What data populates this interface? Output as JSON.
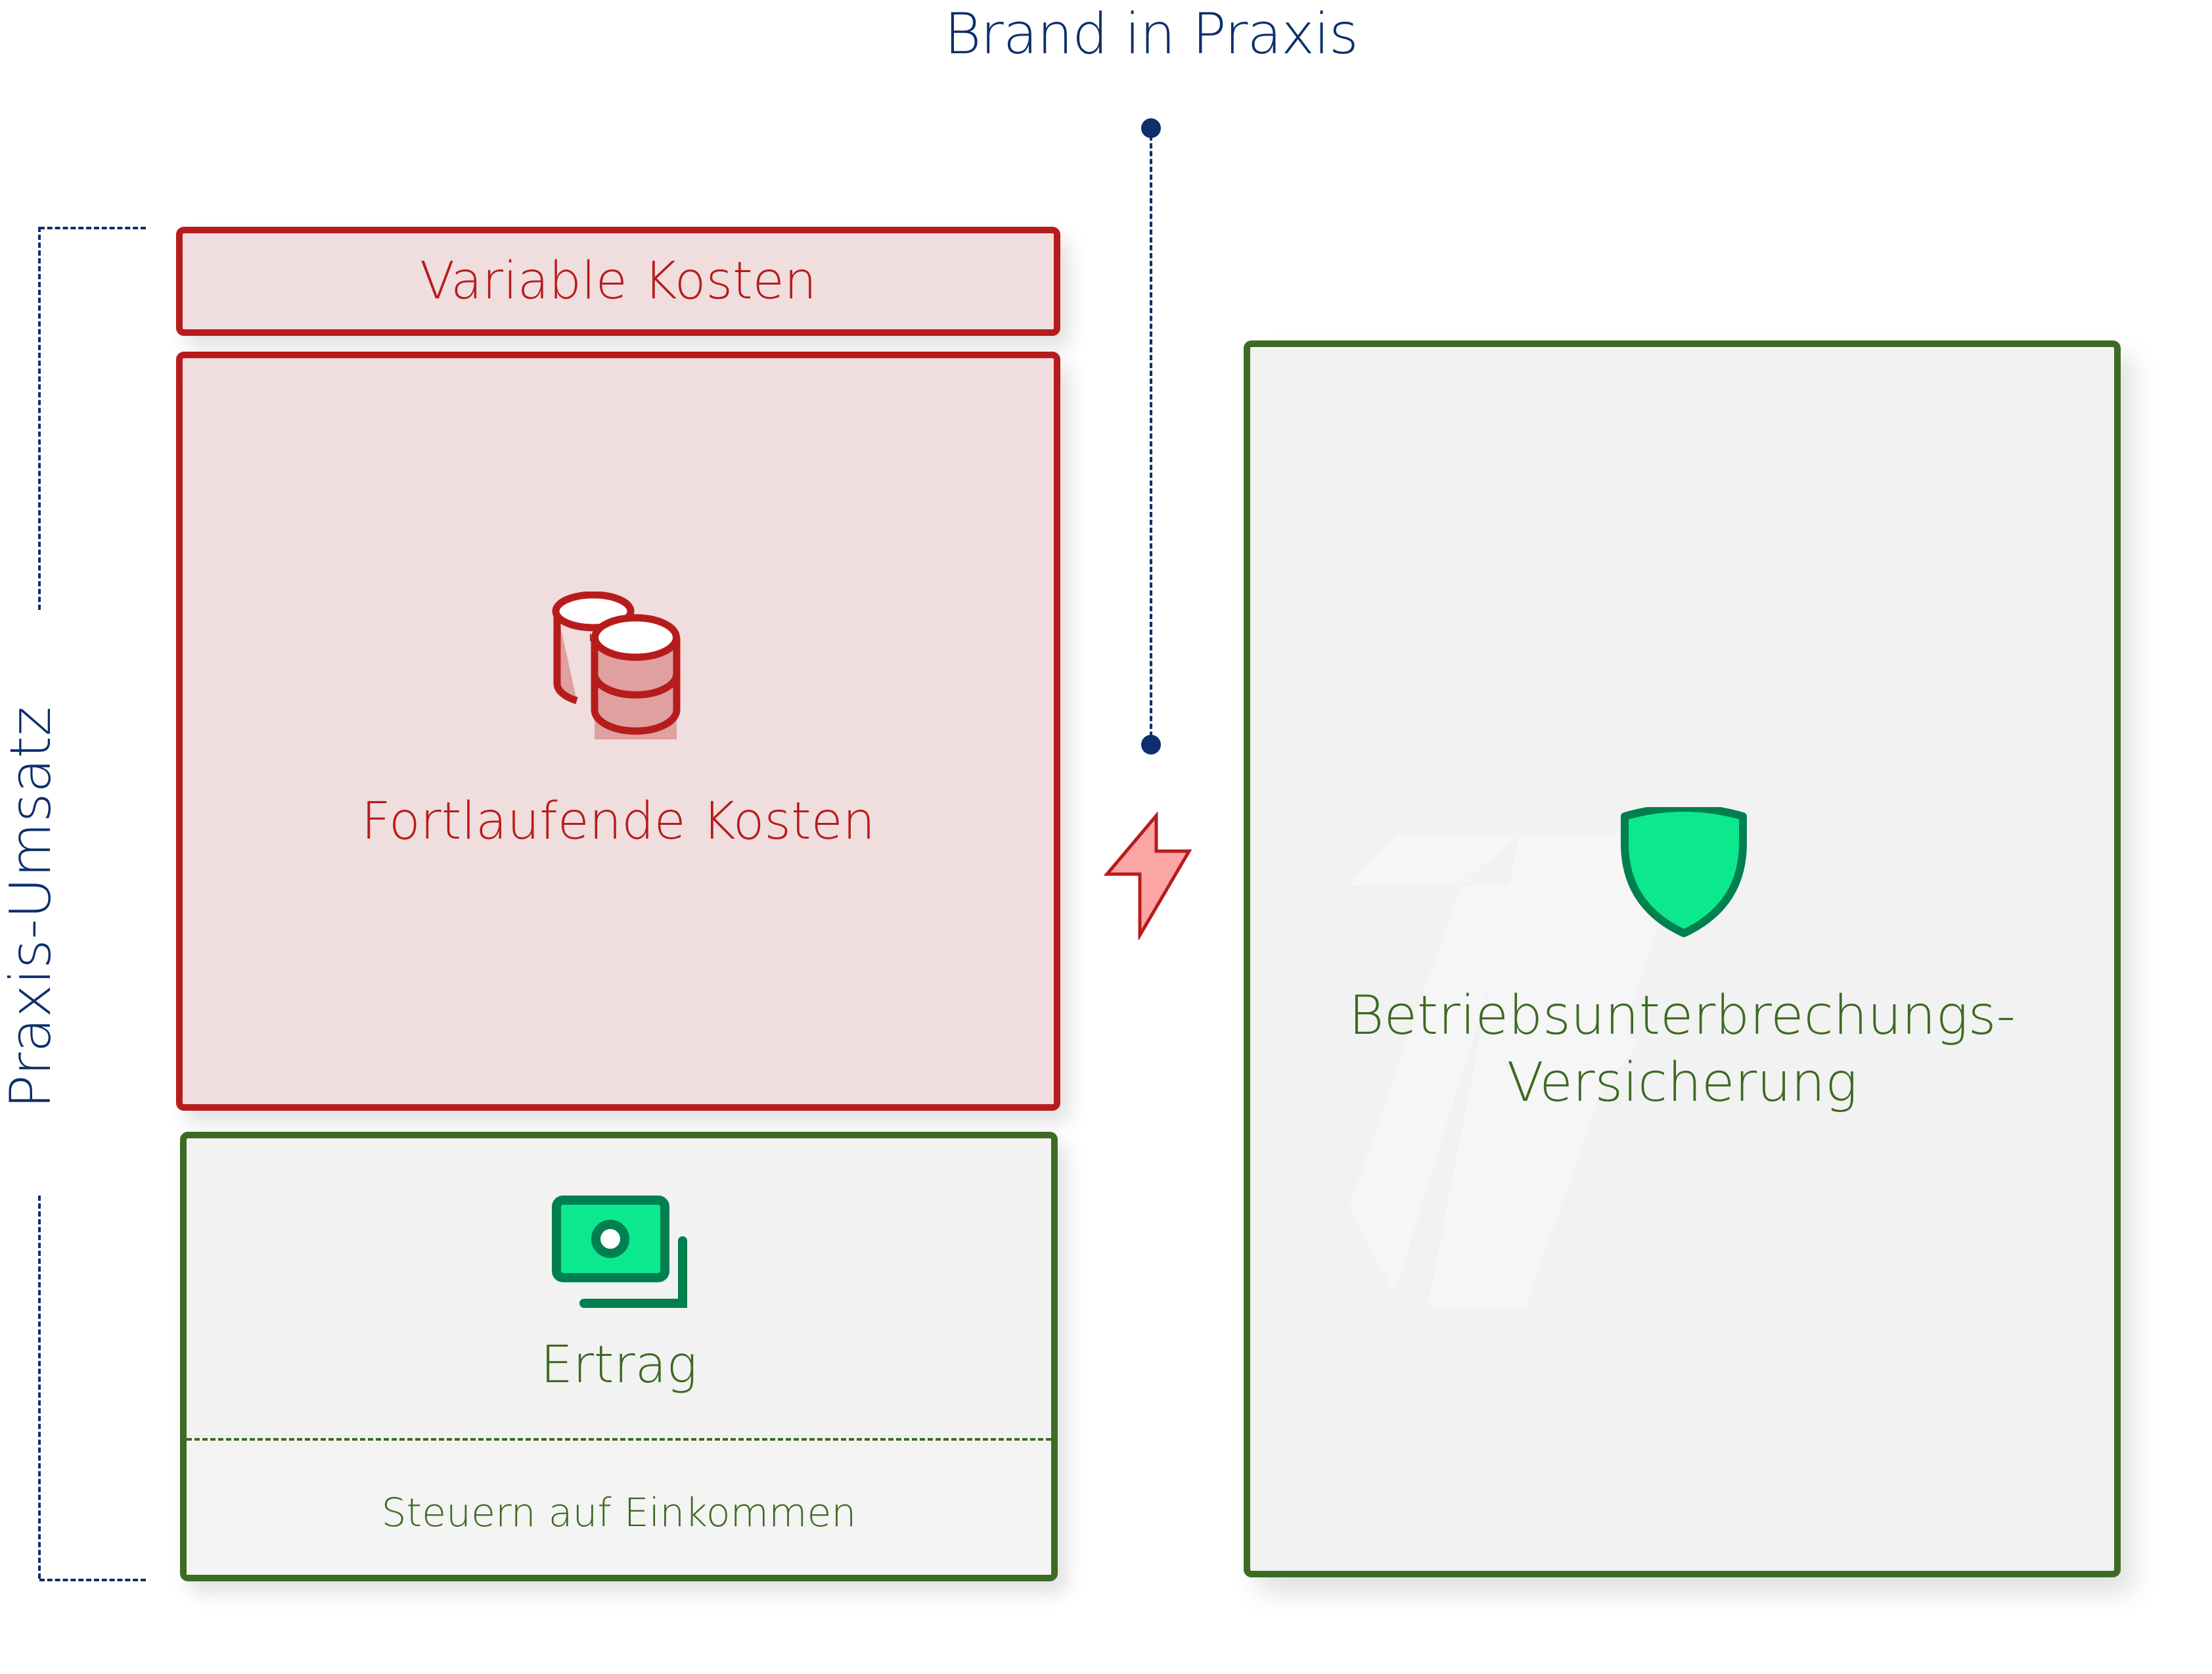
{
  "title": "Brand in Praxis",
  "side_label": "Praxis-Umsatz",
  "boxes": {
    "variable_costs": "Variable Kosten",
    "ongoing_costs": "Fortlaufende Kosten",
    "profit": "Ertrag",
    "taxes": "Steuern auf Einkommen",
    "insurance_line1": "Betriebsunterbrechungs-",
    "insurance_line2": "Versicherung"
  },
  "icons": [
    "coins-icon",
    "money-icon",
    "shield-icon",
    "lightning-icon"
  ],
  "colors": {
    "red": "#b71c1c",
    "red_fill": "#f0dddd",
    "green": "#3e6b24",
    "navy": "#0d2f6b",
    "mint": "#0ce88e",
    "dark_green": "#007f4f"
  }
}
